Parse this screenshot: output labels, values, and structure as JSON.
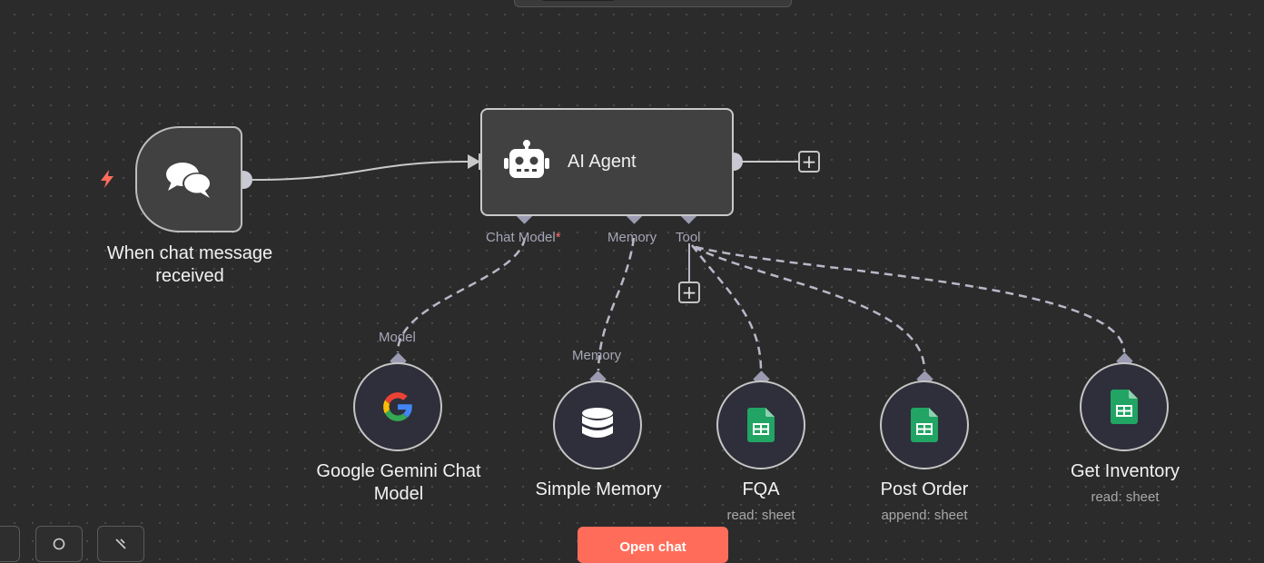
{
  "nodes": {
    "trigger": {
      "label": "When chat message received"
    },
    "agent": {
      "title": "AI Agent",
      "ports": {
        "chat_model": "Chat Model",
        "required_mark": "*",
        "memory": "Memory",
        "tool": "Tool"
      }
    },
    "gemini": {
      "label": "Google Gemini Chat Model",
      "port_label": "Model"
    },
    "memory": {
      "label": "Simple Memory",
      "port_label": "Memory"
    },
    "fqa": {
      "label": "FQA",
      "sub": "read: sheet"
    },
    "post_order": {
      "label": "Post Order",
      "sub": "append: sheet"
    },
    "get_inventory": {
      "label": "Get Inventory",
      "sub": "read: sheet"
    }
  },
  "controls": {
    "add_symbol": "+",
    "open_chat_label": "Open chat"
  },
  "colors": {
    "canvas": "#2b2b2b",
    "node_fill": "#414141",
    "accent": "#ff6d5a",
    "sheets_green": "#21a464",
    "edge": "#b8b8c8"
  }
}
